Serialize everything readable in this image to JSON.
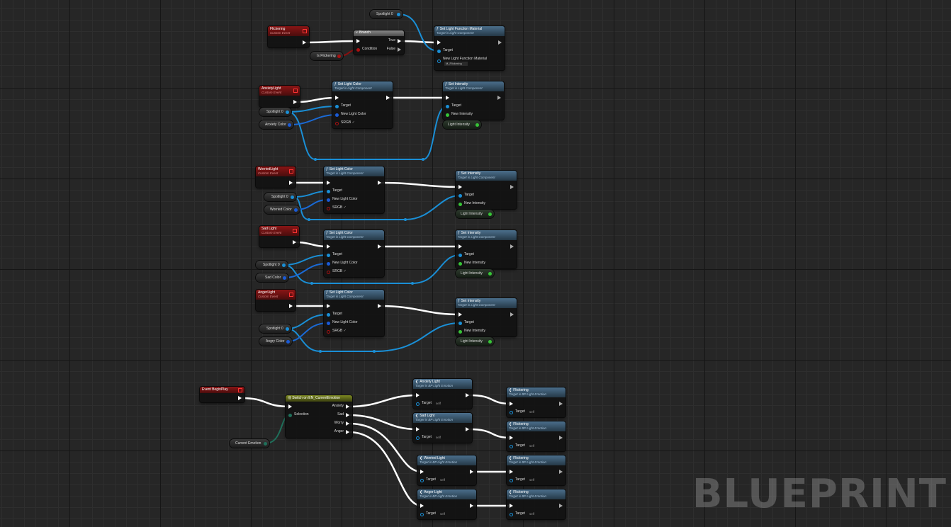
{
  "app": {
    "watermark": "BLUEPRINT"
  },
  "colors": {
    "exec_wire": "#ffffff",
    "object_wire": "#1a8fd6",
    "float_wire": "#37c437",
    "enum_wire": "#1f6f5a",
    "event_header": "#8a1515",
    "function_header": "#4b6f8c"
  },
  "flicker_graph": {
    "spotlight_var": "Spotlight 0",
    "event": {
      "title": "Flickering",
      "subtitle": "Custom Event"
    },
    "branch": {
      "title": "Branch",
      "true_label": "True",
      "false_label": "False",
      "condition_label": "Condition"
    },
    "is_flickering_var": "Is Flickering",
    "set_material": {
      "title": "Set Light Function Material",
      "subtitle": "Target is Light Component",
      "target_label": "Target",
      "material_label": "New Light Function Material",
      "material_value": "M_Flickering"
    }
  },
  "anxiety_graph": {
    "event": {
      "title": "AnxietyLight",
      "subtitle": "Custom Event"
    },
    "spotlight_var": "Spotlight 0",
    "color_var": "Anxiety Color",
    "set_color": {
      "title": "Set Light Color",
      "subtitle": "Target is Light Component",
      "target": "Target",
      "color": "New Light Color",
      "srgb": "SRGB"
    },
    "set_intensity": {
      "title": "Set Intensity",
      "subtitle": "Target is Light Component",
      "target": "Target",
      "intensity": "New Intensity"
    },
    "intensity_var": "Light Intensity"
  },
  "worried_graph": {
    "event": {
      "title": "WorriedLight",
      "subtitle": "Custom Event"
    },
    "spotlight_var": "Spotlight 0",
    "color_var": "Worried Color",
    "set_color": {
      "title": "Set Light Color",
      "subtitle": "Target is Light Component",
      "target": "Target",
      "color": "New Light Color",
      "srgb": "SRGB"
    },
    "set_intensity": {
      "title": "Set Intensity",
      "subtitle": "Target is Light Component",
      "target": "Target",
      "intensity": "New Intensity"
    },
    "intensity_var": "Light Intensity"
  },
  "sad_graph": {
    "event": {
      "title": "Sad Light",
      "subtitle": "Custom Event"
    },
    "spotlight_var": "Spotlight 0",
    "color_var": "Sad Color",
    "set_color": {
      "title": "Set Light Color",
      "subtitle": "Target is Light Component",
      "target": "Target",
      "color": "New Light Color",
      "srgb": "SRGB"
    },
    "set_intensity": {
      "title": "Set Intensity",
      "subtitle": "Target is Light Component",
      "target": "Target",
      "intensity": "New Intensity"
    },
    "intensity_var": "Light Intensity"
  },
  "anger_graph": {
    "event": {
      "title": "AngerLight",
      "subtitle": "Custom Event"
    },
    "spotlight_var": "Spotlight 0",
    "color_var": "Angry Color",
    "set_color": {
      "title": "Set Light Color",
      "subtitle": "Target is Light Component",
      "target": "Target",
      "color": "New Light Color",
      "srgb": "SRGB"
    },
    "set_intensity": {
      "title": "Set Intensity",
      "subtitle": "Target is Light Component",
      "target": "Target",
      "intensity": "New Intensity"
    },
    "intensity_var": "Light Intensity"
  },
  "begin_graph": {
    "event": {
      "title": "Event BeginPlay"
    },
    "emotion_var": "Current Emotion",
    "switch": {
      "title": "Switch on EN_CurrentEmotion",
      "selection": "Selection",
      "anxiety": "Anxiety",
      "sad": "Sad",
      "worry": "Worry",
      "anger": "Anger"
    },
    "target_label": "Target",
    "self_label": "self",
    "calls": [
      {
        "title": "Anxiety Light",
        "subtitle": "Target is BP Light Emotion"
      },
      {
        "title": "Sad Light",
        "subtitle": "Target is BP Light Emotion"
      },
      {
        "title": "Worried Light",
        "subtitle": "Target is BP Light Emotion"
      },
      {
        "title": "Anger Light",
        "subtitle": "Target is BP Light Emotion"
      }
    ],
    "flicker_calls": [
      {
        "title": "Flickering",
        "subtitle": "Target is BP Light Emotion"
      },
      {
        "title": "Flickering",
        "subtitle": "Target is BP Light Emotion"
      },
      {
        "title": "Flickering",
        "subtitle": "Target is BP Light Emotion"
      },
      {
        "title": "Flickering",
        "subtitle": "Target is BP Light Emotion"
      }
    ]
  }
}
